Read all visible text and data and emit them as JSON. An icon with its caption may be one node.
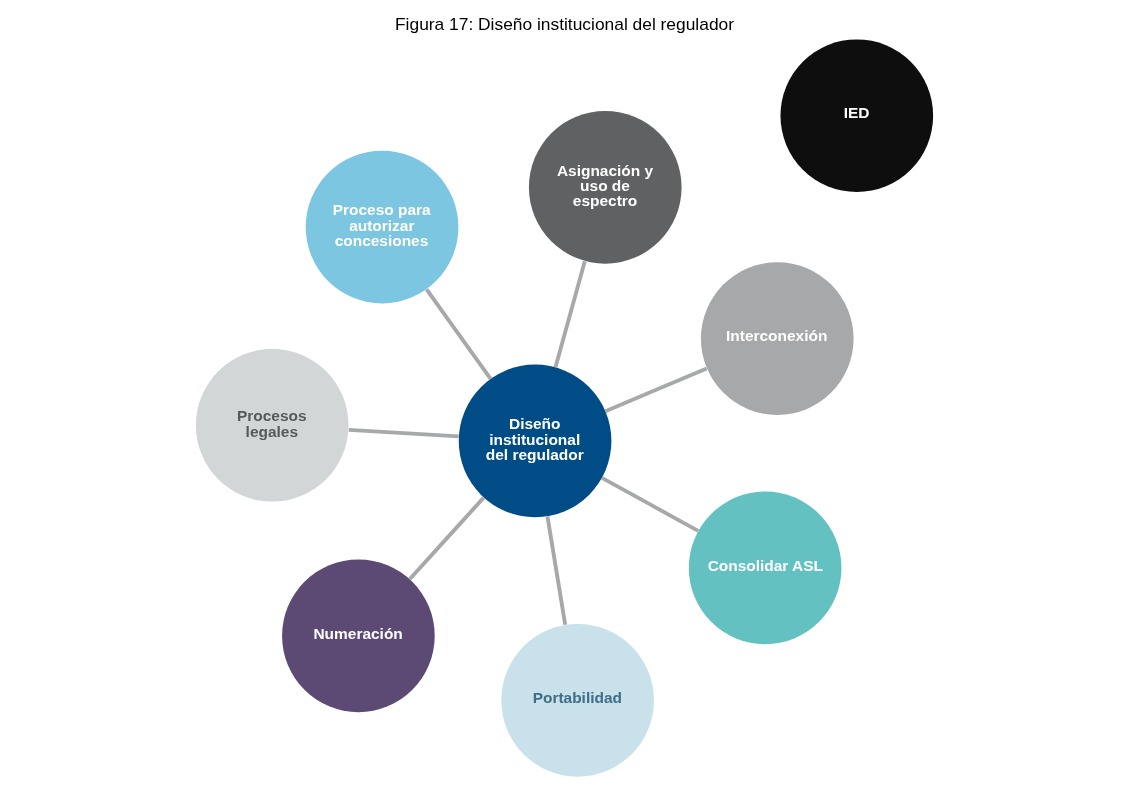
{
  "diagram": {
    "title": "Figura 17: Diseño institucional del regulador",
    "nodes": [
      {
        "text": [
          "Procesos legales"
        ]
      },
      {
        "text": [
          "Interconexión"
        ]
      },
      {
        "text": [
          "IED"
        ]
      },
      {
        "text": [
          "Portabilidad"
        ]
      },
      {
        "text": [
          "Asignación y uso de espectro"
        ]
      },
      {
        "text": [
          "Diseño institucional del regulador"
        ]
      },
      {
        "text": [
          "Proceso para autorizar concesiones"
        ]
      },
      {
        "text": [
          "Numeración"
        ]
      },
      {
        "text": [
          "Consolidar ASL"
        ]
      }
    ],
    "edges": [
      {
        "from": 5,
        "to": 0,
        "arrow": "none"
      },
      {
        "from": 5,
        "to": 1,
        "arrow": "none"
      },
      {
        "from": 5,
        "to": 4,
        "arrow": "none"
      },
      {
        "from": 5,
        "to": 7,
        "arrow": "none"
      },
      {
        "from": 5,
        "to": 8,
        "arrow": "none"
      },
      {
        "from": 5,
        "to": 6,
        "arrow": "none"
      },
      {
        "from": 5,
        "to": 3,
        "arrow": "none"
      }
    ]
  }
}
